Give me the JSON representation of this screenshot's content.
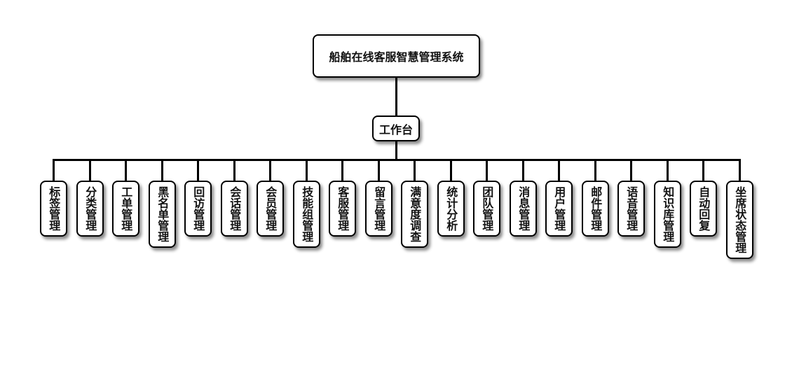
{
  "root": {
    "label": "船舶在线客服智慧管理系统"
  },
  "middle": {
    "label": "工作台"
  },
  "leaves": [
    "标签管理",
    "分类管理",
    "工单管理",
    "黑名单管理",
    "回访管理",
    "会话管理",
    "会员管理",
    "技能组管理",
    "客服管理",
    "留言管理",
    "满意度调查",
    "统计分析",
    "团队管理",
    "消息管理",
    "用户管理",
    "邮件管理",
    "语音管理",
    "知识库管理",
    "自动回复",
    "坐席状态管理"
  ]
}
